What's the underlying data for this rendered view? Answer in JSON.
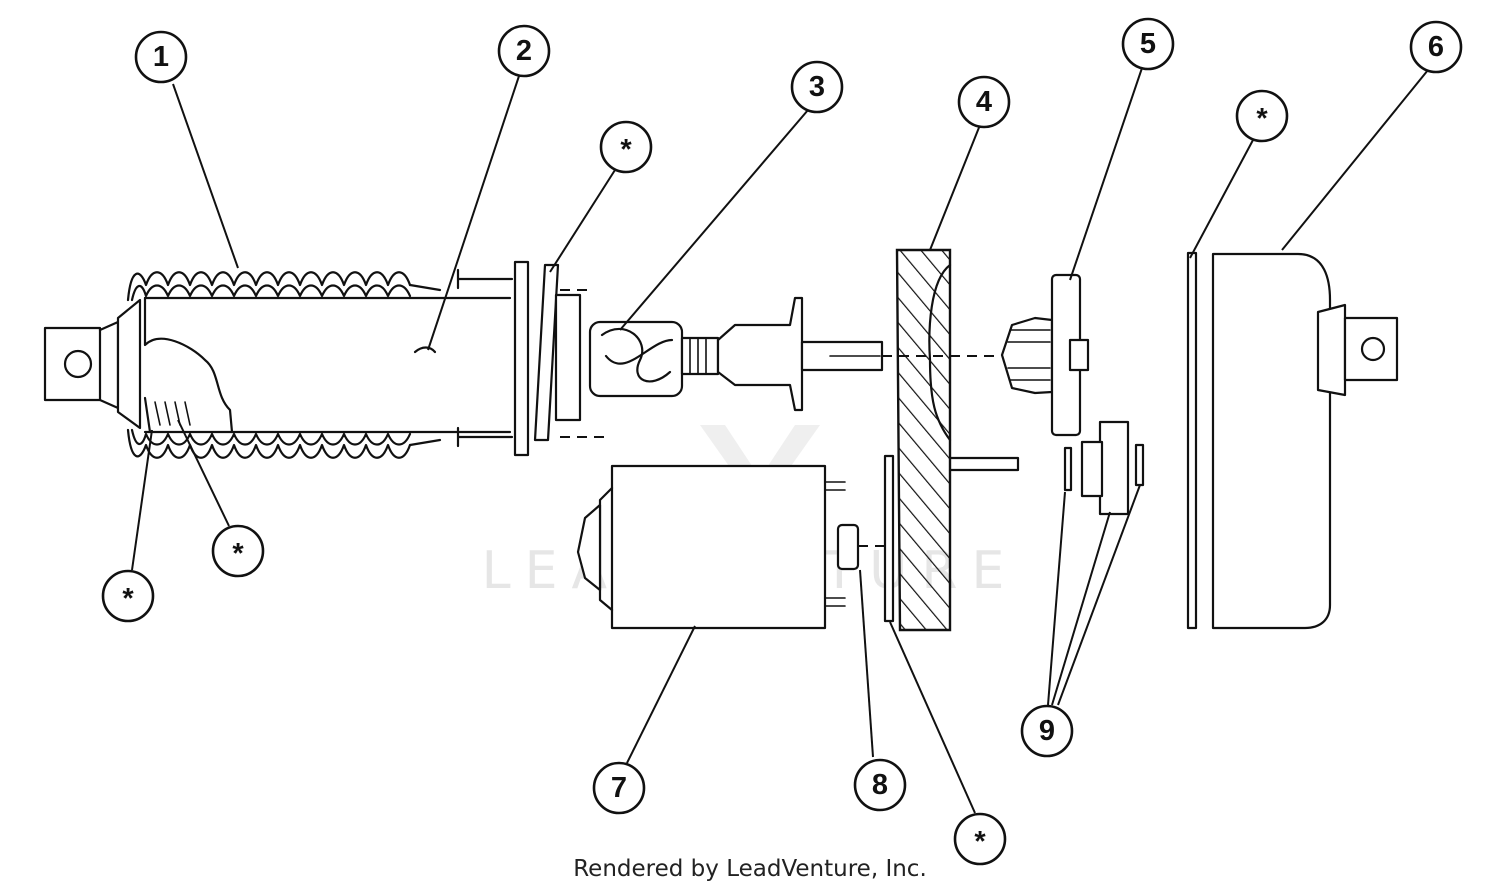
{
  "callouts": [
    {
      "id": "c1",
      "label": "1"
    },
    {
      "id": "c2",
      "label": "2"
    },
    {
      "id": "c3",
      "label": "3"
    },
    {
      "id": "c4",
      "label": "4"
    },
    {
      "id": "c5",
      "label": "5"
    },
    {
      "id": "c6",
      "label": "6"
    },
    {
      "id": "c7",
      "label": "7"
    },
    {
      "id": "c8",
      "label": "8"
    },
    {
      "id": "c9",
      "label": "9"
    },
    {
      "id": "s1",
      "label": "*"
    },
    {
      "id": "s2",
      "label": "*"
    },
    {
      "id": "s3",
      "label": "*"
    },
    {
      "id": "s4",
      "label": "*"
    },
    {
      "id": "s5",
      "label": "*"
    }
  ],
  "watermark": {
    "text": "LEADVENTURE"
  },
  "footer": {
    "credit": "Rendered by LeadVenture, Inc."
  }
}
